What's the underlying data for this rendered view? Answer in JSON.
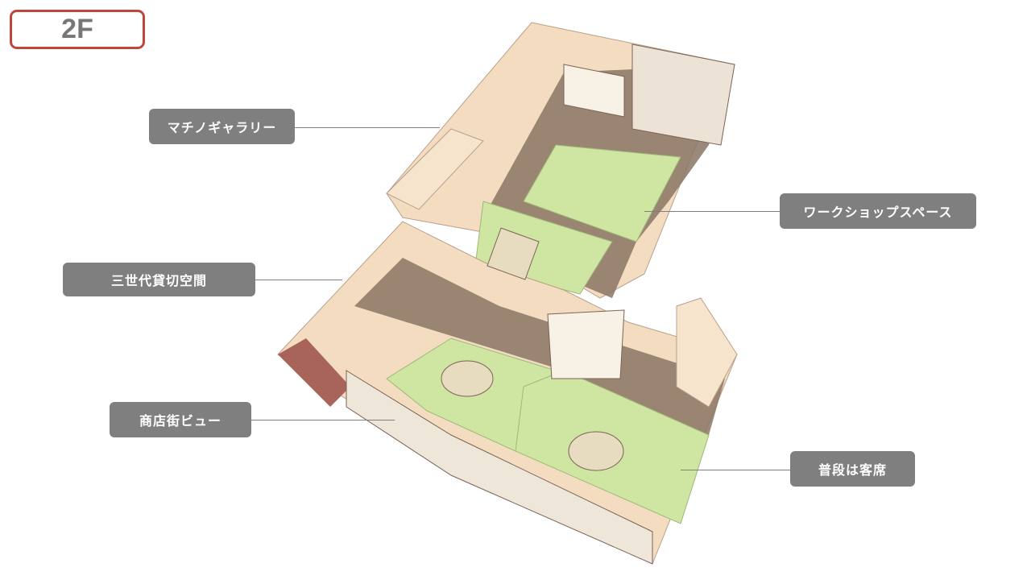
{
  "floor_badge": "2F",
  "labels": {
    "gallery": "マチノギャラリー",
    "workshop": "ワークショップスペース",
    "three_generation": "三世代貸切空間",
    "shopping_street_view": "商店街ビュー",
    "seating": "普段は客席"
  },
  "colors": {
    "badge_border": "#c0463c",
    "label_bg": "#7f7f7f",
    "tatami": "#cfe6a2",
    "wall": "#f3dcc0",
    "floor_wood": "#8a7565"
  }
}
